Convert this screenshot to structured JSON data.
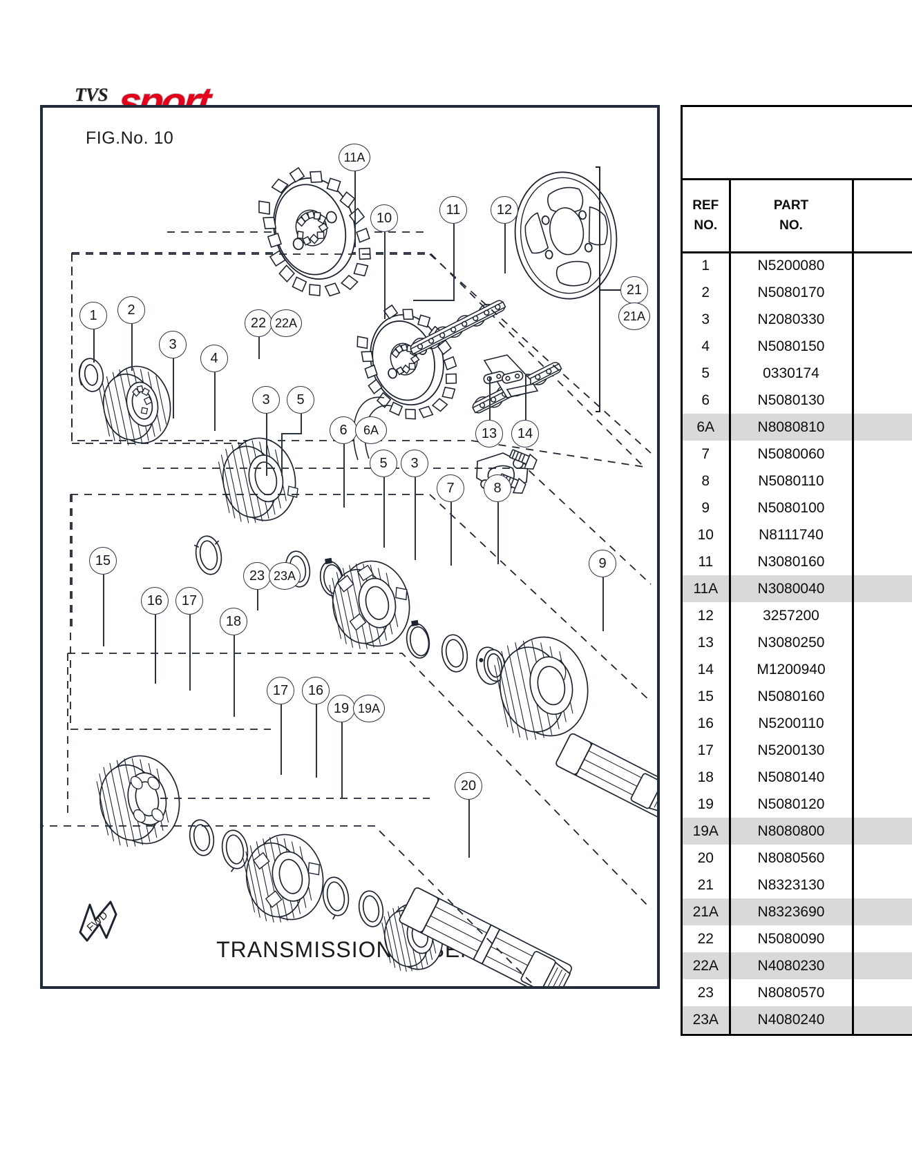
{
  "brand": {
    "mark": "TVS",
    "model": "sport"
  },
  "figure": {
    "label": "FIG.No. 10",
    "title": "TRANSMISSION ASSEMBLY",
    "direction_marker": "FWD"
  },
  "table": {
    "headers": {
      "ref": "REF\nNO.",
      "ref_line1": "REF",
      "ref_line2": "NO.",
      "part_line1": "PART",
      "part_line2": "NO."
    },
    "rows": [
      {
        "ref": "1",
        "part": "N5200080",
        "highlight": false
      },
      {
        "ref": "2",
        "part": "N5080170",
        "highlight": false
      },
      {
        "ref": "3",
        "part": "N2080330",
        "highlight": false
      },
      {
        "ref": "4",
        "part": "N5080150",
        "highlight": false
      },
      {
        "ref": "5",
        "part": "0330174",
        "highlight": false
      },
      {
        "ref": "6",
        "part": "N5080130",
        "highlight": false
      },
      {
        "ref": "6A",
        "part": "N8080810",
        "highlight": true
      },
      {
        "ref": "7",
        "part": "N5080060",
        "highlight": false
      },
      {
        "ref": "8",
        "part": "N5080110",
        "highlight": false
      },
      {
        "ref": "9",
        "part": "N5080100",
        "highlight": false
      },
      {
        "ref": "10",
        "part": "N8111740",
        "highlight": false
      },
      {
        "ref": "11",
        "part": "N3080160",
        "highlight": false
      },
      {
        "ref": "11A",
        "part": "N3080040",
        "highlight": true
      },
      {
        "ref": "12",
        "part": "3257200",
        "highlight": false
      },
      {
        "ref": "13",
        "part": "N3080250",
        "highlight": false
      },
      {
        "ref": "14",
        "part": "M1200940",
        "highlight": false
      },
      {
        "ref": "15",
        "part": "N5080160",
        "highlight": false
      },
      {
        "ref": "16",
        "part": "N5200110",
        "highlight": false
      },
      {
        "ref": "17",
        "part": "N5200130",
        "highlight": false
      },
      {
        "ref": "18",
        "part": "N5080140",
        "highlight": false
      },
      {
        "ref": "19",
        "part": "N5080120",
        "highlight": false
      },
      {
        "ref": "19A",
        "part": "N8080800",
        "highlight": true
      },
      {
        "ref": "20",
        "part": "N8080560",
        "highlight": false
      },
      {
        "ref": "21",
        "part": "N8323130",
        "highlight": false
      },
      {
        "ref": "21A",
        "part": "N8323690",
        "highlight": true
      },
      {
        "ref": "22",
        "part": "N5080090",
        "highlight": false
      },
      {
        "ref": "22A",
        "part": "N4080230",
        "highlight": true
      },
      {
        "ref": "23",
        "part": "N8080570",
        "highlight": false
      },
      {
        "ref": "23A",
        "part": "N4080240",
        "highlight": true
      },
      {
        "ref": "",
        "part": "",
        "highlight": false
      }
    ]
  },
  "callouts": [
    {
      "id": "11A",
      "label": "11A"
    },
    {
      "id": "10",
      "label": "10"
    },
    {
      "id": "11",
      "label": "11"
    },
    {
      "id": "12",
      "label": "12"
    },
    {
      "id": "21",
      "label": "21"
    },
    {
      "id": "21A",
      "label": "21A"
    },
    {
      "id": "1",
      "label": "1"
    },
    {
      "id": "2",
      "label": "2"
    },
    {
      "id": "3a",
      "label": "3"
    },
    {
      "id": "4",
      "label": "4"
    },
    {
      "id": "22",
      "label": "22"
    },
    {
      "id": "22A",
      "label": "22A"
    },
    {
      "id": "3b",
      "label": "3"
    },
    {
      "id": "5a",
      "label": "5"
    },
    {
      "id": "6",
      "label": "6"
    },
    {
      "id": "6A",
      "label": "6A"
    },
    {
      "id": "5b",
      "label": "5"
    },
    {
      "id": "3c",
      "label": "3"
    },
    {
      "id": "7",
      "label": "7"
    },
    {
      "id": "8",
      "label": "8"
    },
    {
      "id": "9",
      "label": "9"
    },
    {
      "id": "13",
      "label": "13"
    },
    {
      "id": "14",
      "label": "14"
    },
    {
      "id": "15",
      "label": "15"
    },
    {
      "id": "16a",
      "label": "16"
    },
    {
      "id": "17a",
      "label": "17"
    },
    {
      "id": "23",
      "label": "23"
    },
    {
      "id": "23A",
      "label": "23A"
    },
    {
      "id": "18",
      "label": "18"
    },
    {
      "id": "17b",
      "label": "17"
    },
    {
      "id": "16b",
      "label": "16"
    },
    {
      "id": "19",
      "label": "19"
    },
    {
      "id": "19A",
      "label": "19A"
    },
    {
      "id": "20",
      "label": "20"
    }
  ],
  "colors": {
    "frame": "#222b38",
    "line": "#2b3340",
    "logo_red": "#e2001a",
    "table_highlight": "#d9d9d9"
  }
}
